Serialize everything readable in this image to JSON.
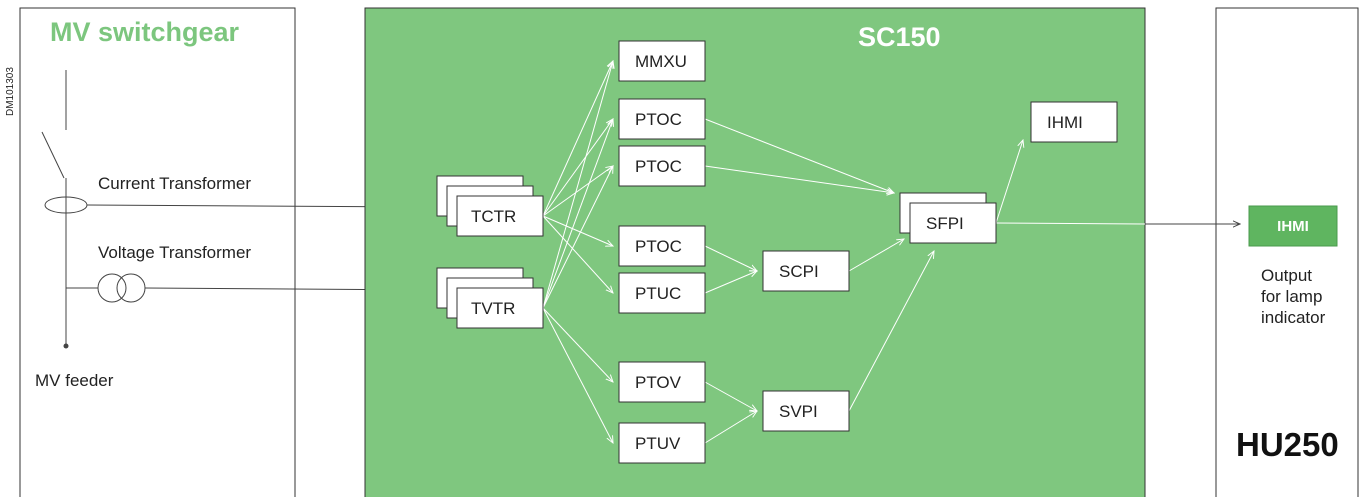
{
  "colors": {
    "sc_panel": "#7fc77f",
    "accent_green": "#7cc67e",
    "ihmi_output_fill": "#5fb560"
  },
  "labels": {
    "doc_code": "DM101303",
    "mv_switchgear": "MV switchgear",
    "current_transformer": "Current Transformer",
    "voltage_transformer": "Voltage Transformer",
    "mv_feeder": "MV feeder",
    "sc150": "SC150",
    "hu250": "HU250",
    "ihmi_output": "IHMI",
    "output_line1": "Output",
    "output_line2": "for lamp",
    "output_line3": "indicator"
  },
  "nodes": [
    {
      "id": "tctr",
      "label": "TCTR"
    },
    {
      "id": "tvtr",
      "label": "TVTR"
    },
    {
      "id": "mmxu",
      "label": "MMXU"
    },
    {
      "id": "ptoc1",
      "label": "PTOC"
    },
    {
      "id": "ptoc2",
      "label": "PTOC"
    },
    {
      "id": "ptoc3",
      "label": "PTOC"
    },
    {
      "id": "ptuc",
      "label": "PTUC"
    },
    {
      "id": "ptov",
      "label": "PTOV"
    },
    {
      "id": "ptuv",
      "label": "PTUV"
    },
    {
      "id": "scpi",
      "label": "SCPI"
    },
    {
      "id": "svpi",
      "label": "SVPI"
    },
    {
      "id": "sfpi",
      "label": "SFPI"
    },
    {
      "id": "ihmi",
      "label": "IHMI"
    }
  ],
  "edges": [
    {
      "from": "tctr",
      "to": "mmxu"
    },
    {
      "from": "tctr",
      "to": "ptoc1"
    },
    {
      "from": "tctr",
      "to": "ptoc2"
    },
    {
      "from": "tctr",
      "to": "ptoc3"
    },
    {
      "from": "tctr",
      "to": "ptuc"
    },
    {
      "from": "tvtr",
      "to": "mmxu"
    },
    {
      "from": "tvtr",
      "to": "ptoc1"
    },
    {
      "from": "tvtr",
      "to": "ptoc2"
    },
    {
      "from": "tvtr",
      "to": "ptov"
    },
    {
      "from": "tvtr",
      "to": "ptuv"
    },
    {
      "from": "ptoc1",
      "to": "sfpi"
    },
    {
      "from": "ptoc2",
      "to": "sfpi"
    },
    {
      "from": "ptoc3",
      "to": "scpi"
    },
    {
      "from": "ptuc",
      "to": "scpi"
    },
    {
      "from": "ptov",
      "to": "svpi"
    },
    {
      "from": "ptuv",
      "to": "svpi"
    },
    {
      "from": "scpi",
      "to": "sfpi"
    },
    {
      "from": "svpi",
      "to": "sfpi"
    },
    {
      "from": "sfpi",
      "to": "ihmi"
    },
    {
      "from": "sfpi",
      "to": "ihmi_output"
    }
  ]
}
